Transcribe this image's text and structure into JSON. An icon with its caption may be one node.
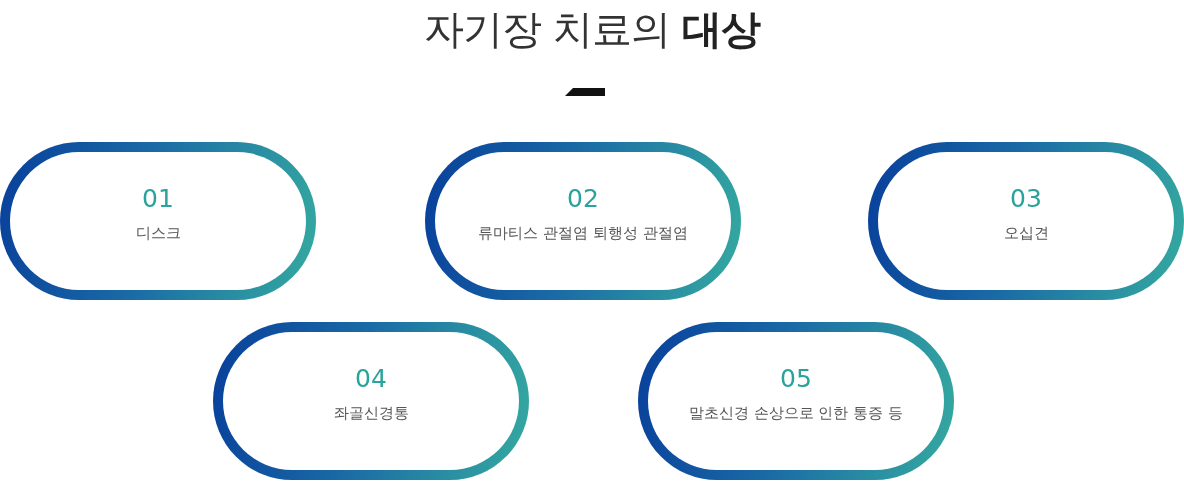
{
  "diagram": {
    "title": "자기장 치료의 **대상**",
    "nodes": [
      {
        "text": [
          "01",
          "디스크"
        ]
      },
      {
        "text": [
          "02",
          "류마티스 관절염 퇴행성 관절염"
        ]
      },
      {
        "text": [
          "03",
          "오십견"
        ]
      },
      {
        "text": [
          "04",
          "좌골신경통"
        ]
      },
      {
        "text": [
          "05",
          "말초신경 손상으로 인한 통증 등"
        ]
      }
    ]
  }
}
